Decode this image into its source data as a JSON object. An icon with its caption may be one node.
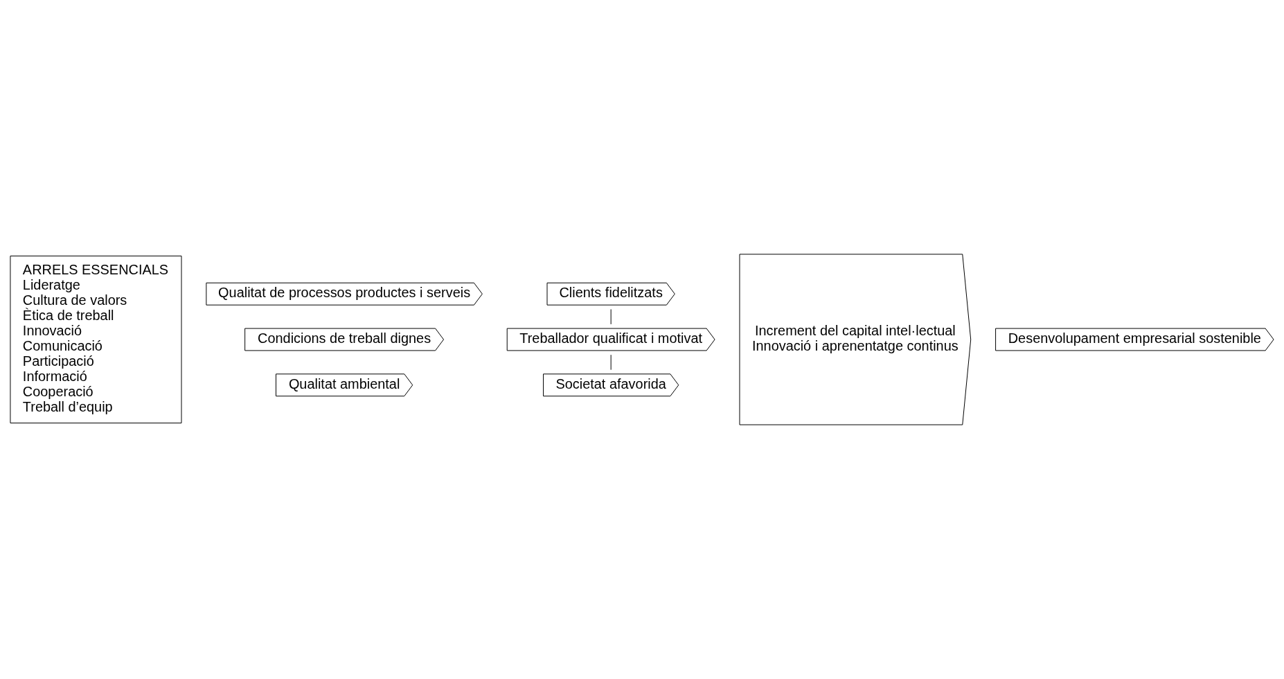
{
  "diagram": {
    "nodes": [
      {
        "text": [
          "ARRELS ESSENCIALS",
          "Lideratge",
          "Cultura de valors",
          "Ètica de treball",
          "Innovació",
          "Comunicació",
          "Participació",
          "Informació",
          "Cooperació",
          "Treball d’equip"
        ]
      },
      {
        "text": [
          "Qualitat de processos productes i serveis"
        ]
      },
      {
        "text": [
          "Clients fidelitzats"
        ]
      },
      {
        "text": [
          "Condicions de treball dignes"
        ]
      },
      {
        "text": [
          "Treballador qualificat i motivat"
        ]
      },
      {
        "text": [
          "Qualitat ambiental"
        ]
      },
      {
        "text": [
          "Societat afavorida"
        ]
      },
      {
        "text": [
          "Increment del capital intel·lectual",
          "Innovació i aprenentatge continus"
        ]
      },
      {
        "text": [
          "Desenvolupament empresarial sostenible"
        ]
      }
    ],
    "edges": [
      {
        "from": 2,
        "to": 4,
        "arrow": "none"
      },
      {
        "from": 4,
        "to": 6,
        "arrow": "none"
      }
    ]
  }
}
